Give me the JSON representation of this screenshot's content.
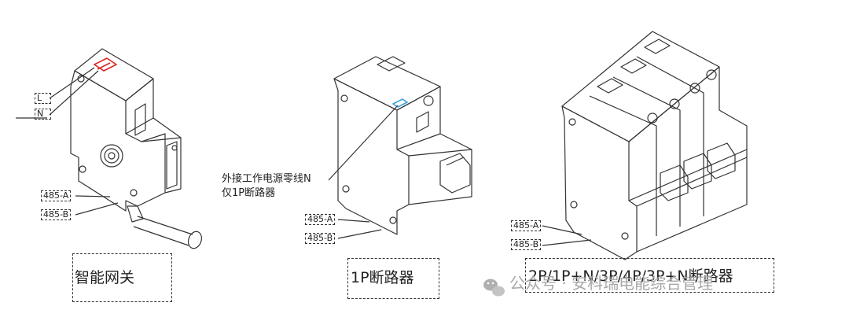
{
  "colors": {
    "line": "#333333",
    "highlight_red": "#e02020",
    "highlight_blue": "#3aa0e0",
    "watermark": "#a8a8a8"
  },
  "device1": {
    "terminal_L": "L",
    "terminal_N": "N",
    "label_485A": "485-A",
    "label_485B": "485-B",
    "caption": "智能网关"
  },
  "device2": {
    "note_line1": "外接工作电源零线N",
    "note_line2": "仅1P断路器",
    "label_485A": "485-A",
    "label_485B": "485-B",
    "caption": "1P断路器"
  },
  "device3": {
    "label_485A": "485-A",
    "label_485B": "485-B",
    "caption": "2P/1P+N/3P/4P/3P+N断路器"
  },
  "watermark": {
    "text": "公众号 · 安科瑞电能综合管理",
    "icon": "wechat-icon"
  }
}
